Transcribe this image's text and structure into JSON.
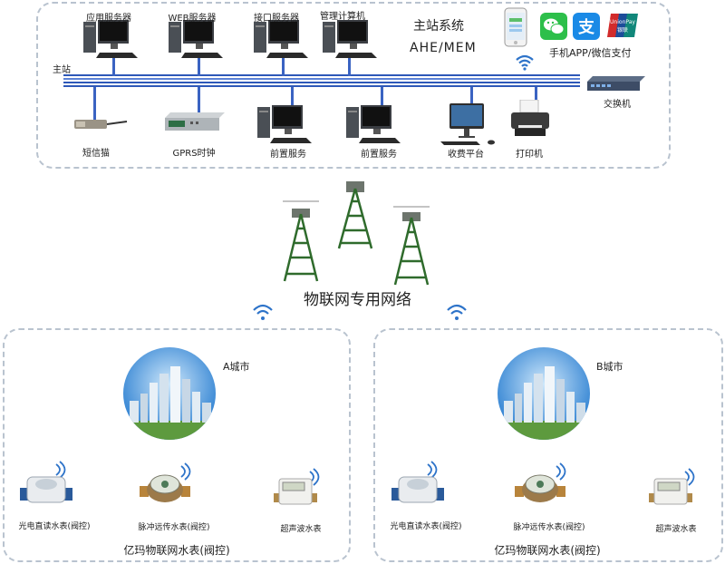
{
  "main_station": {
    "label": "主站",
    "title": "主站系统",
    "subtitle": "AHE/MEM",
    "payment_label": "手机APP/微信支付",
    "switch_label": "交换机",
    "unionpay_text": "UnionPay\n银联",
    "top_devices": [
      "应用服务器",
      "WEB服务器",
      "接口服务器",
      "管理计算机"
    ],
    "bottom_devices": [
      "短信猫",
      "GPRS时钟",
      "前置服务",
      "前置服务",
      "收费平台",
      "打印机"
    ]
  },
  "network": {
    "label": "物联网专用网络"
  },
  "cities": [
    {
      "name": "A城市",
      "meters": [
        "光电直读水表(阀控)",
        "脉冲远传水表(阀控)",
        "超声波水表"
      ],
      "footer": "亿玛物联网水表(阀控)"
    },
    {
      "name": "B城市",
      "meters": [
        "光电直读水表(阀控)",
        "脉冲远传水表(阀控)",
        "超声波水表"
      ],
      "footer": "亿玛物联网水表(阀控)"
    }
  ],
  "colors": {
    "bus": "#2e58b8",
    "dashed_border": "#b9c3cf",
    "tower": "#2f6b2c",
    "wifi": "#2d73c9",
    "wechat": "#2dbf4a",
    "alipay": "#1a8ae6",
    "unionpay": "#d22b2b"
  }
}
